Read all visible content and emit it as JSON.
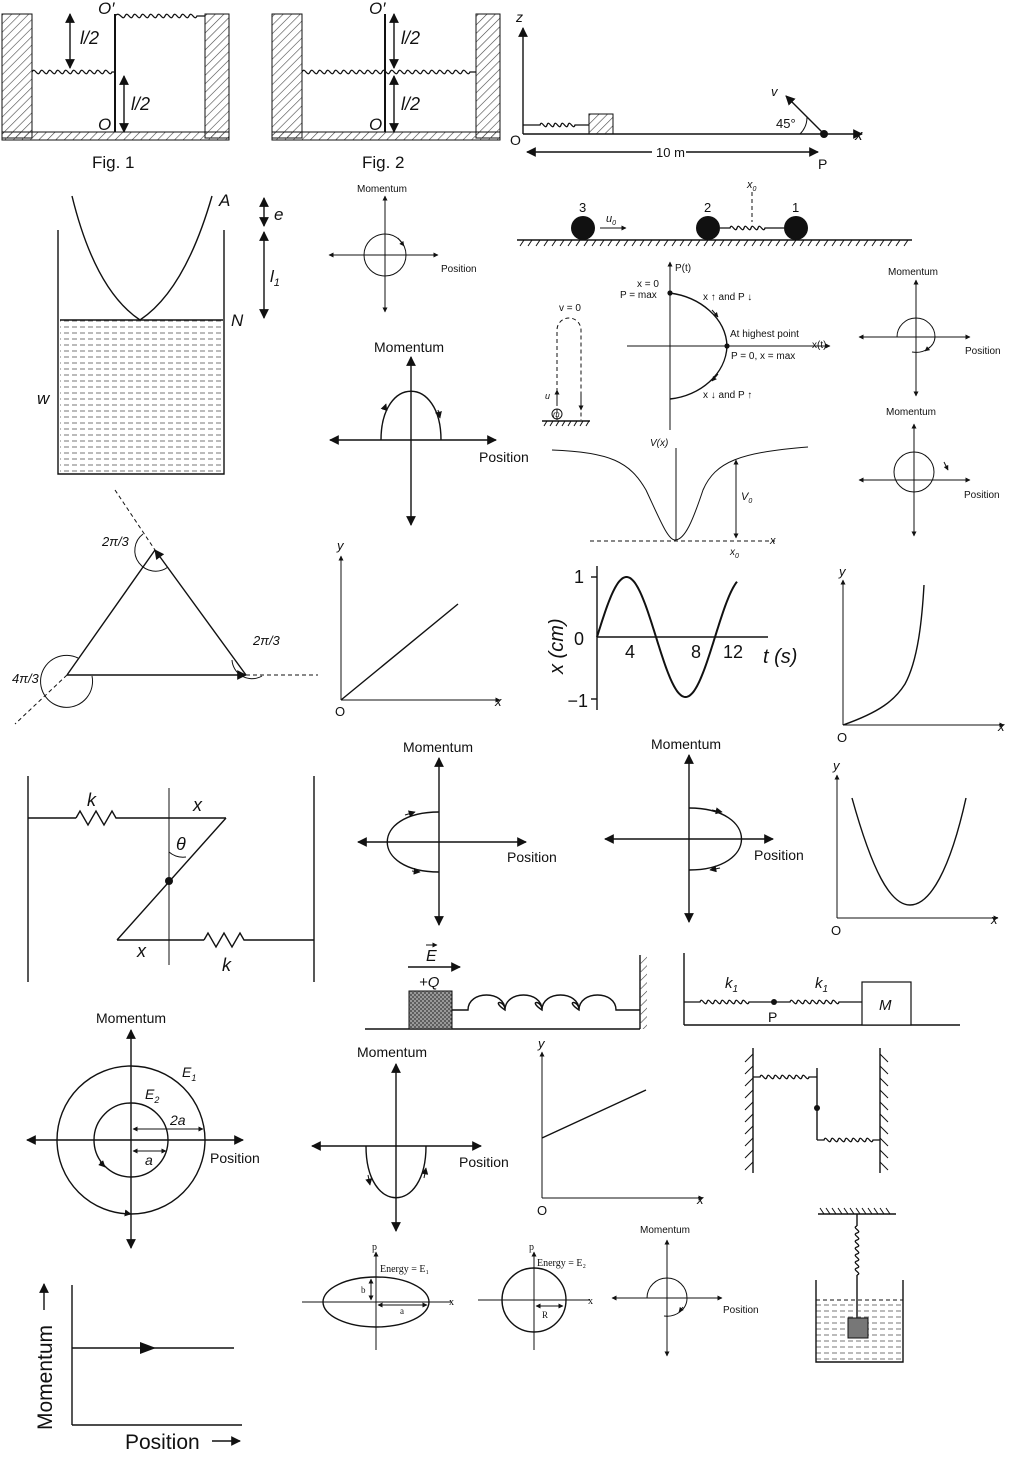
{
  "labels": {
    "fig1": "Fig. 1",
    "fig2": "Fig. 2",
    "O": "O",
    "O_prime": "O′",
    "l_half": "l/2",
    "z": "z",
    "x": "x",
    "y": "y",
    "v": "v",
    "P": "P",
    "angle45": "45°",
    "dist10m": "10 m",
    "A": "A",
    "N": "N",
    "w": "w",
    "e": "e",
    "l1": "l",
    "l1_sub": "1",
    "momentum": "Momentum",
    "position": "Position",
    "ball3": "3",
    "ball2": "2",
    "ball1": "1",
    "u0": "u",
    "u0_sub": "0",
    "x0": "x",
    "x0_sub": "0",
    "Pt": "P(t)",
    "xt": "x(t)",
    "x_eq_0": "x = 0",
    "P_eq_max": "P = max",
    "x_up_P_down": "x ↑ and P ↓",
    "x_down_P_up": "x ↓ and P ↑",
    "highest_point": "At highest point",
    "P0_xmax": "P = 0, x = max",
    "v_eq_0": "v = 0",
    "u": "u",
    "m": "m",
    "Vx": "V(x)",
    "V0": "V",
    "V0_sub": "0",
    "two_pi_3": "2π/3",
    "four_pi_3": "4π/3",
    "x_cm": "x (cm)",
    "t_s": "t (s)",
    "tick_1": "1",
    "tick_0": "0",
    "tick_m1": "−1",
    "tick_4": "4",
    "tick_8": "8",
    "tick_12": "12",
    "k": "k",
    "theta": "θ",
    "E_vec": "E",
    "plus_Q": "+Q",
    "k1": "k",
    "k1_sub": "1",
    "M": "M",
    "E1": "E",
    "E1_sub": "1",
    "E2": "E",
    "E2_sub": "2",
    "two_a": "2a",
    "a": "a",
    "p": "p",
    "energy_E1": "Energy = E₁",
    "energy_E2": "Energy = E₂",
    "b": "b",
    "R": "R"
  },
  "colors": {
    "ink": "#111111",
    "hatch": "#555555",
    "water": "#cccccc",
    "block": "#777777"
  }
}
